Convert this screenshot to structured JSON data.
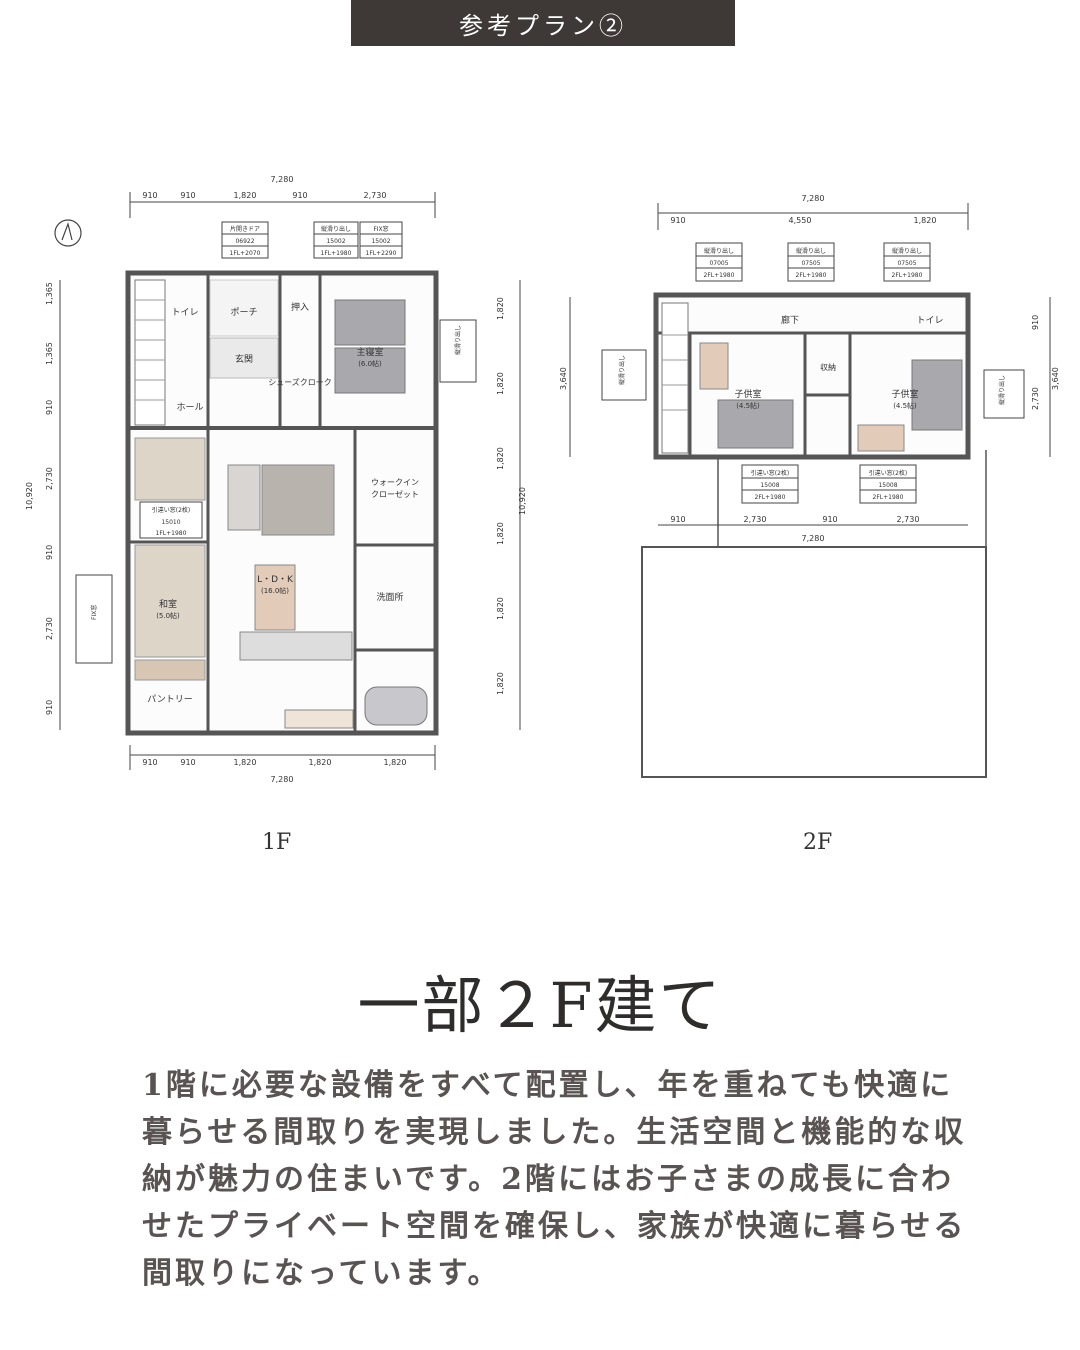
{
  "header": {
    "label": "参考プラン②"
  },
  "plan_1f": {
    "floor_label": "1F",
    "dims_top": [
      "7,280",
      "910",
      "910",
      "1,820",
      "910",
      "2,730"
    ],
    "dims_bottom": [
      "910",
      "910",
      "1,820",
      "1,820",
      "1,820",
      "7,280"
    ],
    "dims_left": [
      "10,920",
      "1,365",
      "1,365",
      "910",
      "2,730",
      "910",
      "2,730",
      "910"
    ],
    "dims_right": [
      "1,820",
      "1,820",
      "1,820",
      "1,820",
      "1,820",
      "1,820",
      "10,920"
    ],
    "rooms": {
      "toilet": "トイレ",
      "porch": "ポーチ",
      "storage": "押入",
      "master": "主寝室",
      "master_size": "(6.0帖)",
      "entrance": "玄関",
      "shoes_closet": "シューズクローク",
      "hall": "ホール",
      "walk_in": "ウォークイン",
      "closet": "クローゼット",
      "ldk": "L・D・K",
      "ldk_size": "(16.0帖)",
      "washroom": "洗面所",
      "japanese_room": "和室",
      "japanese_size": "(5.0帖)",
      "pantry": "パントリー"
    },
    "windows": [
      {
        "title": "片開きドア",
        "code": "06922",
        "height": "1FL+2070"
      },
      {
        "title": "縦滑り出し",
        "code": "15002",
        "height": "1FL+1980"
      },
      {
        "title": "FIX窓",
        "code": "15002",
        "height": "1FL+2290"
      },
      {
        "title": "引違い窓(2枚)",
        "code": "15010",
        "height": "1FL+1980"
      }
    ]
  },
  "plan_2f": {
    "floor_label": "2F",
    "dims_top": [
      "7,280",
      "910",
      "4,550",
      "1,820"
    ],
    "dims_bottom": [
      "910",
      "2,730",
      "910",
      "2,730",
      "7,280"
    ],
    "dims_left": [
      "3,640"
    ],
    "dims_right": [
      "910",
      "2,730",
      "3,640"
    ],
    "rooms": {
      "corridor": "廊下",
      "toilet": "トイレ",
      "kids_room_1": "子供室",
      "kids_size_1": "(4.5帖)",
      "kids_room_2": "子供室",
      "kids_size_2": "(4.5帖)",
      "storage": "収納"
    },
    "windows": [
      {
        "title": "縦滑り出し",
        "code": "07005",
        "height": "2FL+1980"
      },
      {
        "title": "縦滑り出し",
        "code": "07505",
        "height": "2FL+1980"
      },
      {
        "title": "縦滑り出し",
        "code": "07505",
        "height": "2FL+1980"
      },
      {
        "title": "引違い窓(2枚)",
        "code": "15008",
        "height": "2FL+1980"
      },
      {
        "title": "引違い窓(2枚)",
        "code": "15008",
        "height": "2FL+1980"
      }
    ]
  },
  "content": {
    "heading": "一部２F建て",
    "body": "1階に必要な設備をすべて配置し、年を重ねても快適に暮らせる間取りを実現しました。生活空間と機能的な収納が魅力の住まいです。2階にはお子さまの成長に合わせたプライベート空間を確保し、家族が快適に暮らせる間取りになっています。"
  },
  "colors": {
    "header_bg": "#3e3937",
    "wall": "#555555",
    "tatami": "#dcd5c8",
    "bed": "#a9a9ad",
    "body_text": "#595453"
  }
}
